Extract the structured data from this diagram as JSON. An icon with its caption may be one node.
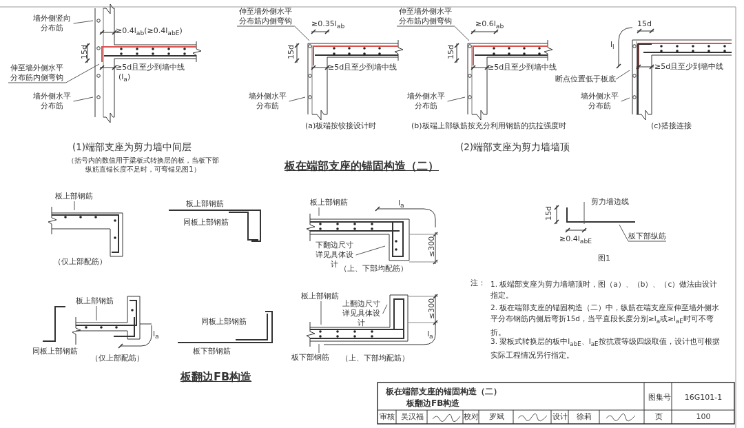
{
  "diagram": {
    "title": "板在端部支座的锚固构造（二）",
    "nodes": [
      {
        "text": [
          "墙外侧竖向分布筋"
        ]
      },
      {
        "text": [
          "伸至墙外侧水平分布筋内侧弯钩"
        ]
      },
      {
        "text": [
          "墙外侧水平分布筋"
        ]
      },
      {
        "text": [
          "伸至墙外侧水平分布筋内侧弯钩"
        ]
      },
      {
        "text": [
          "墙外侧水平分布筋"
        ]
      },
      {
        "text": [
          "伸至墙外侧水平分布筋内侧弯钩"
        ]
      },
      {
        "text": [
          "墙外侧水平分布筋"
        ]
      },
      {
        "text": [
          "断点位置低于板底"
        ]
      },
      {
        "text": [
          "墙外侧水平分布筋"
        ]
      },
      {
        "text": [
          "板上部钢筋"
        ]
      },
      {
        "text": [
          "板上部钢筋"
        ]
      },
      {
        "text": [
          "下翻边尺寸详见具体设计"
        ]
      },
      {
        "text": [
          "板上部钢筋"
        ]
      },
      {
        "text": [
          "板上部钢筋"
        ]
      },
      {
        "text": [
          "上翻边尺寸详见具体设计"
        ]
      },
      {
        "text": [
          "板下部钢筋"
        ]
      },
      {
        "text": [
          "板下部纵筋"
        ]
      }
    ],
    "edges": [
      {
        "from": 0,
        "to": null,
        "arrow": "none"
      },
      {
        "from": 1,
        "to": null,
        "arrow": "none"
      },
      {
        "from": 2,
        "to": null,
        "arrow": "none"
      },
      {
        "from": 3,
        "to": null,
        "arrow": "none"
      },
      {
        "from": 4,
        "to": null,
        "arrow": "none"
      },
      {
        "from": 5,
        "to": null,
        "arrow": "none"
      },
      {
        "from": 6,
        "to": null,
        "arrow": "none"
      },
      {
        "from": 7,
        "to": null,
        "arrow": "none"
      },
      {
        "from": 8,
        "to": null,
        "arrow": "none"
      },
      {
        "from": 9,
        "to": null,
        "arrow": "none"
      },
      {
        "from": 10,
        "to": null,
        "arrow": "none"
      },
      {
        "from": 11,
        "to": null,
        "arrow": "none"
      },
      {
        "from": 12,
        "to": null,
        "arrow": "none"
      },
      {
        "from": 13,
        "to": null,
        "arrow": "none"
      },
      {
        "from": 14,
        "to": null,
        "arrow": "none"
      },
      {
        "from": 15,
        "to": null,
        "arrow": "none"
      },
      {
        "from": 16,
        "to": null,
        "arrow": "none"
      }
    ],
    "labels": [
      "≥0.4l$_{ab}$(≥0.4l$_{abE}$)",
      "15d",
      "≥5d且至少到墙中线",
      "(l$_{a}$)",
      "≥0.35l$_{ab}$",
      "15d",
      "≥5d且至少到墙中线",
      "≥0.6l$_{ab}$",
      "15d",
      "≥5d且至少到墙中线",
      "l$_{l}$",
      "15d",
      "≥5d且至少到墙中线",
      "(a)板端按铰接设计时",
      "(b)板端上部纵筋按充分利用钢筋的抗拉强度时",
      "(c)搭接连接",
      "(1)端部支座为剪力墙中间层",
      "（括号内的数值用于梁板式转换层的板，当板下部纵筋直锚长度不足时，可弯锚见图1）",
      "(2)端部支座为剪力墙墙顶",
      "板上部钢筋",
      "同板上部钢筋",
      "l$_{a}$",
      "≤300",
      "（仅上部配筋）",
      "（上、下部均配筋）",
      "剪力墙边线",
      "15d",
      "≥0.4l$_{abE}$",
      "图1",
      "同板上部钢筋",
      "同板上部钢筋",
      "（仅上部配筋）",
      "l$_{a}$",
      "板下部钢筋",
      "≤300",
      "l$_{a}$",
      "（上、下部均配筋）",
      "板翻边FB构造",
      "注：",
      "1. 板端部支座为剪力墙墙顶时，图（a）、（b）、（c）做法由设计指定。",
      "2. 板在端部支座的锚固构造（二）中，纵筋在端支座应伸至墙外侧水平分布钢筋内侧后弯折15d，当平直段长度分别≥l$_{a}$或≥l$_{aE}$时可不弯折。",
      "3. 梁板式转换层的板中l$_{abE}$、l$_{aE}$按抗震等级四级取值，设计也可根据实际工程情况另行指定。",
      "板在端部支座的锚固构造（二）",
      "板翻边FB构造",
      "图集号",
      "16G101-1",
      "审核",
      "吴汉福",
      "校对",
      "罗斌",
      "设计",
      "徐莉",
      "页",
      "100"
    ]
  }
}
